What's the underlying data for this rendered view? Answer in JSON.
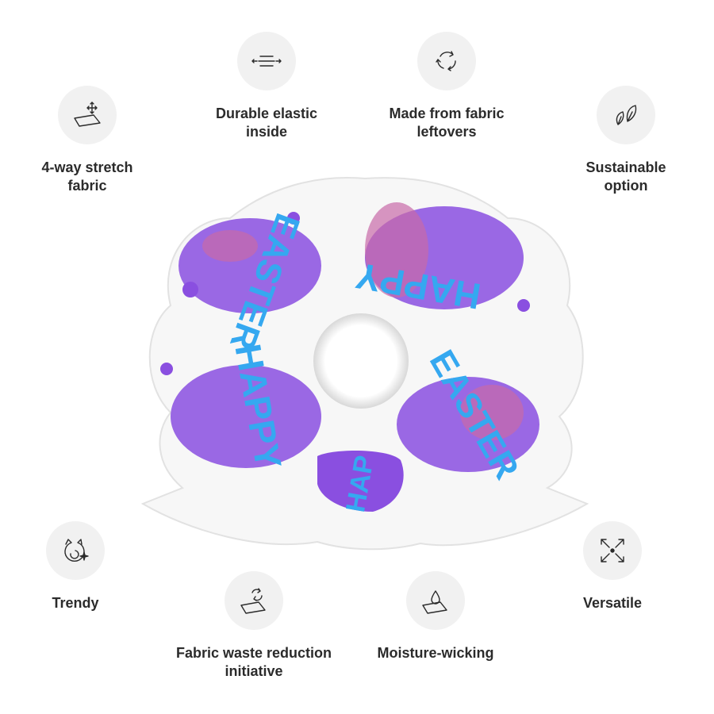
{
  "colors": {
    "background": "#ffffff",
    "icon_circle": "#f1f1f1",
    "icon_stroke": "#2b2b2b",
    "label_text": "#2b2b2b",
    "splash_purple": "#8a4fe0",
    "splash_pink": "#c86aa8",
    "print_blue": "#35a8f0"
  },
  "features": [
    {
      "key": "stretch",
      "icon": "stretch-arrows-icon",
      "label": "4-way stretch\nfabric"
    },
    {
      "key": "elastic",
      "icon": "elastic-band-icon",
      "label": "Durable elastic\ninside"
    },
    {
      "key": "leftovers",
      "icon": "recycle-arrows-icon",
      "label": "Made from fabric\nleftovers"
    },
    {
      "key": "sustainable",
      "icon": "leaves-icon",
      "label": "Sustainable\noption"
    },
    {
      "key": "trendy",
      "icon": "cat-sparkle-icon",
      "label": "Trendy"
    },
    {
      "key": "waste",
      "icon": "fabric-recycle-icon",
      "label": "Fabric waste reduction\ninitiative"
    },
    {
      "key": "moisture",
      "icon": "water-drop-icon",
      "label": "Moisture-wicking"
    },
    {
      "key": "versatile",
      "icon": "expand-arrows-icon",
      "label": "Versatile"
    }
  ],
  "product": {
    "name": "scrunchie",
    "print_text": "HAPPY EASTER"
  }
}
